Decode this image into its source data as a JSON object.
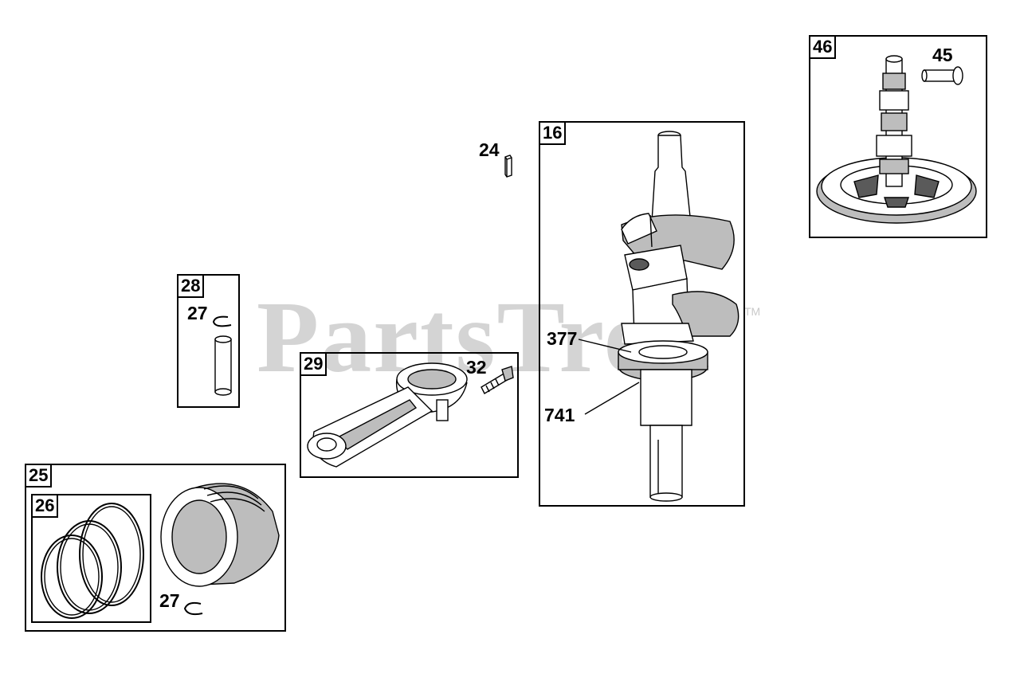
{
  "watermark": {
    "brand": "PartsTree",
    "trademark": "TM"
  },
  "boxes": {
    "b46": "46",
    "b16": "16",
    "b28": "28",
    "b29": "29",
    "b25": "25",
    "b26": "26"
  },
  "callouts": {
    "c45": "45",
    "c24": "24",
    "c27a": "27",
    "c32": "32",
    "c377": "377",
    "c741": "741",
    "c27b": "27"
  },
  "parts": {
    "camshaft": "camshaft-gear-assembly",
    "cam_pin": "pin",
    "key": "key",
    "crankshaft": "crankshaft",
    "piston_pin": "piston-pin",
    "clip": "retaining-clip",
    "connecting_rod": "connecting-rod",
    "rod_bolt": "bolt",
    "piston": "piston",
    "rings": "piston-rings"
  },
  "colors": {
    "line": "#000000",
    "watermark": "#d4d4d4",
    "background": "#ffffff"
  }
}
